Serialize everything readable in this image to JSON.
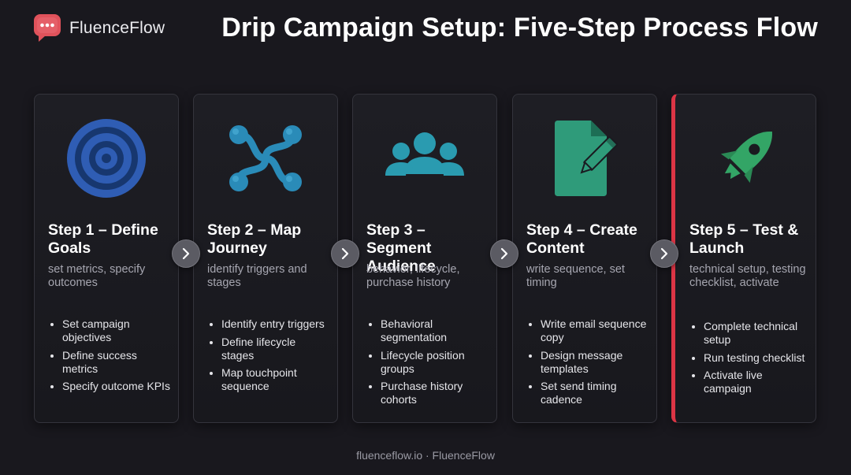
{
  "brand": {
    "name": "FluenceFlow",
    "logo_icon": "chat-bubble-icon",
    "logo_color": "#e0525b"
  },
  "title": "Drip Campaign Setup: Five-Step Process Flow",
  "steps": [
    {
      "title": "Step 1 – Define Goals",
      "subtitle": "set metrics, specify outcomes",
      "icon": "target-icon",
      "icon_color": "#2f5db4",
      "bullets": [
        "Set campaign objectives",
        "Define success metrics",
        "Specify outcome KPIs"
      ]
    },
    {
      "title": "Step 2 – Map Journey",
      "subtitle": "identify triggers and stages",
      "icon": "journey-nodes-icon",
      "icon_color": "#2a8bb8",
      "bullets": [
        "Identify entry triggers",
        "Define lifecycle stages",
        "Map touchpoint sequence"
      ]
    },
    {
      "title": "Step 3 – Segment Audience",
      "subtitle": "behavior, lifecycle, purchase history",
      "icon": "users-group-icon",
      "icon_color": "#2a9bb0",
      "bullets": [
        "Behavioral segmentation",
        "Lifecycle position groups",
        "Purchase history cohorts"
      ]
    },
    {
      "title": "Step 4 – Create Content",
      "subtitle": "write sequence, set timing",
      "icon": "document-pencil-icon",
      "icon_color": "#2f9b7a",
      "bullets": [
        "Write email sequence copy",
        "Design message templates",
        "Set send timing cadence"
      ]
    },
    {
      "title": "Step 5 – Test & Launch",
      "subtitle": "technical setup, testing checklist, activate",
      "icon": "rocket-icon",
      "icon_color": "#33a566",
      "accent_color": "#dc3545",
      "bullets": [
        "Complete technical setup",
        "Run testing checklist",
        "Activate live campaign"
      ]
    }
  ],
  "arrows": {
    "icon": "chevron-right-icon"
  },
  "footer": "fluenceflow.io · FluenceFlow"
}
